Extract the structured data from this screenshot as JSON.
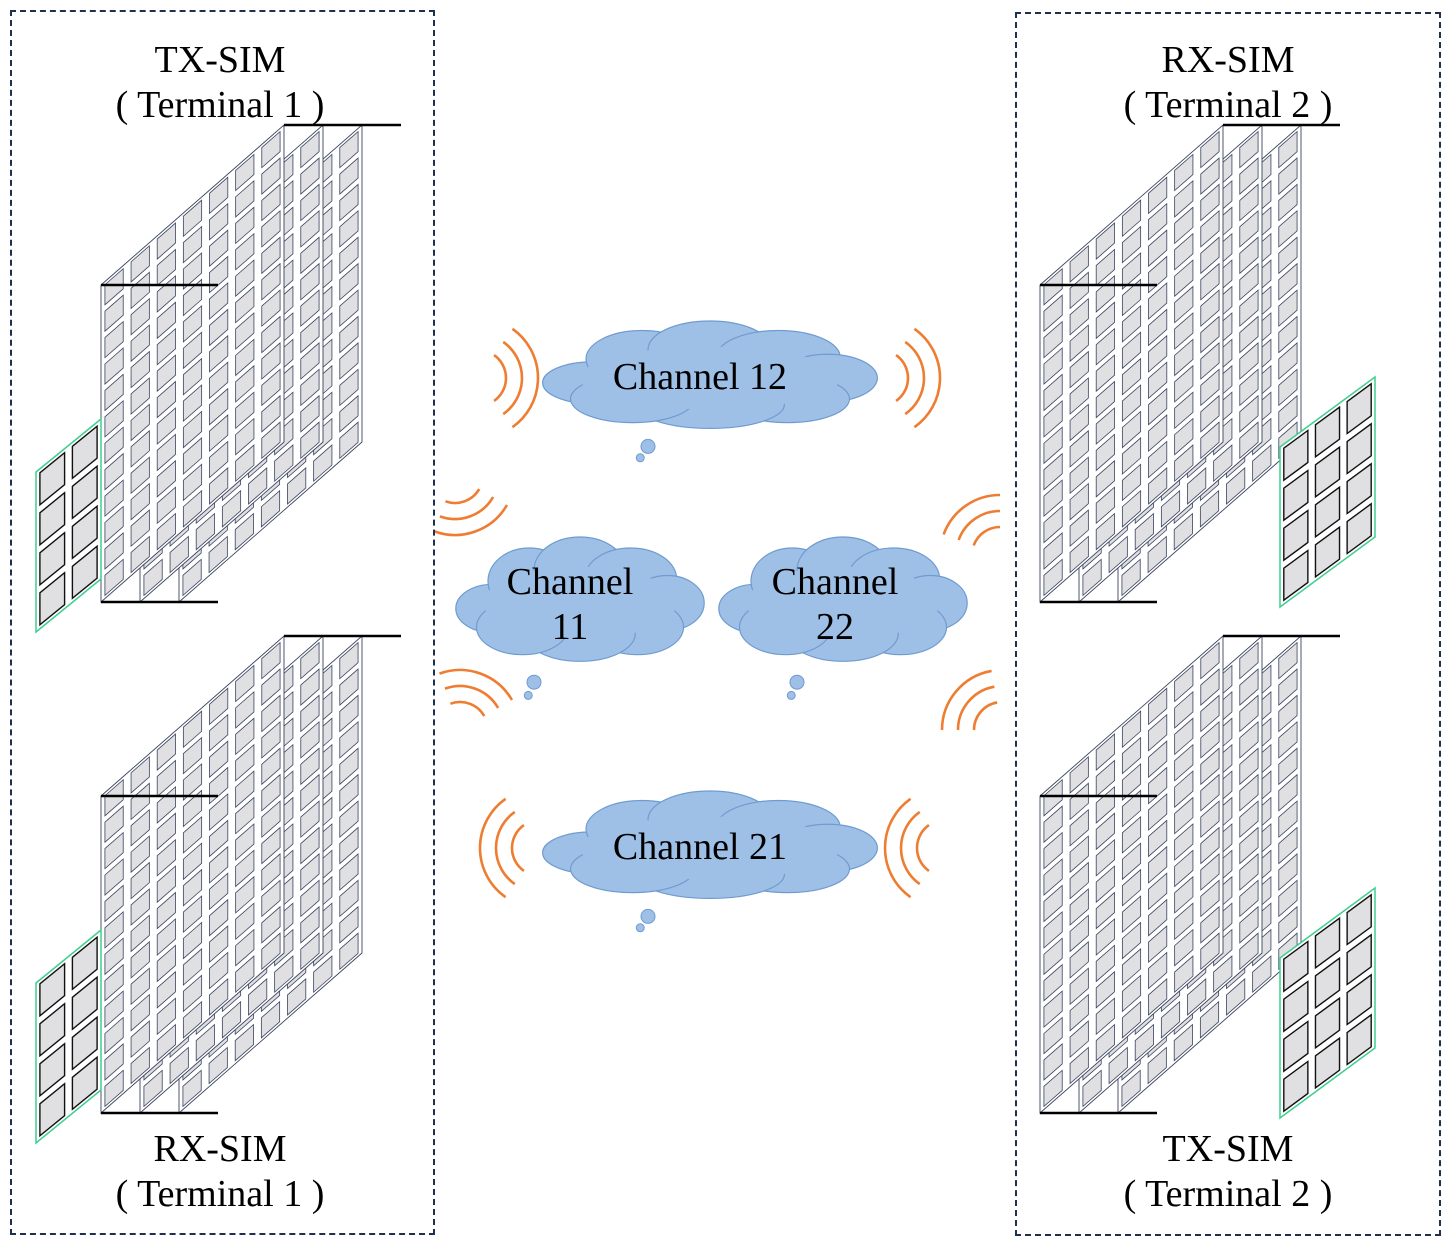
{
  "terminal1": {
    "tx_sim": {
      "title": "TX-SIM",
      "terminal": "( Terminal 1 )"
    },
    "rx_sim": {
      "title": "RX-SIM",
      "terminal": "( Terminal 1 )"
    }
  },
  "terminal2": {
    "rx_sim": {
      "title": "RX-SIM",
      "terminal": "( Terminal 2 )"
    },
    "tx_sim": {
      "title": "TX-SIM",
      "terminal": "( Terminal 2 )"
    }
  },
  "channels": {
    "channel_12": "Channel 12",
    "channel_11": {
      "line1": "Channel",
      "line2": "11"
    },
    "channel_22": {
      "line1": "Channel",
      "line2": "22"
    },
    "channel_21": "Channel 21"
  },
  "colors": {
    "box_border": "#1f2f4f",
    "cloud_fill": "#9fc0e6",
    "cloud_stroke": "#6f9bd0",
    "wave": "#ee7d31",
    "element_fill": "#e0dfe2",
    "panel_line": "#3a4560",
    "rx_surface_outline": "#3ecf8e"
  }
}
